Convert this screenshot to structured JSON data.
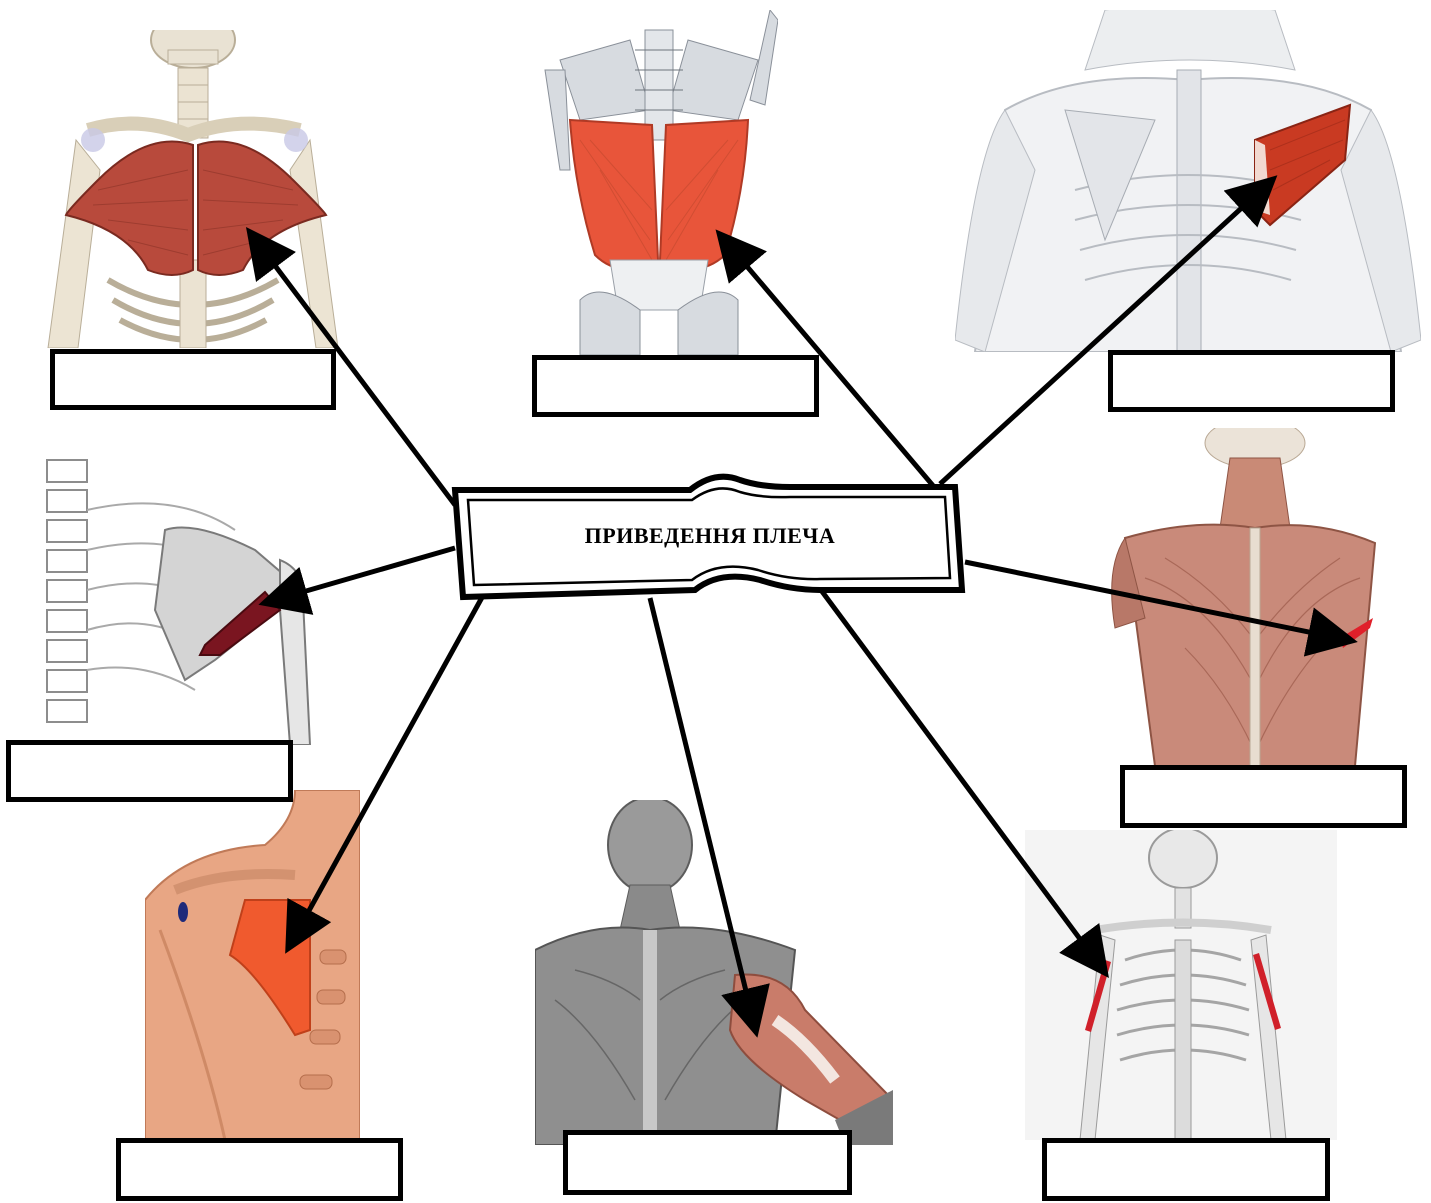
{
  "title": "ПРИВЕДЕННЯ ПЛЕЧА",
  "colors": {
    "muscle_red": "#c0392b",
    "muscle_orange": "#e8553a",
    "bone": "#eee6d6",
    "line": "#000000"
  },
  "figures": [
    {
      "name": "pectoralis-major-illustration",
      "icon": "chest-front-view"
    },
    {
      "name": "latissimus-dorsi-illustration",
      "icon": "back-view-lower"
    },
    {
      "name": "teres-major-illustration",
      "icon": "upper-back-view"
    },
    {
      "name": "subscapularis-illustration",
      "icon": "scapula-side-view"
    },
    {
      "name": "back-muscles-illustration",
      "icon": "back-muscles-view"
    },
    {
      "name": "pectoralis-minor-illustration",
      "icon": "shoulder-front-view"
    },
    {
      "name": "triceps-illustration",
      "icon": "back-arm-view"
    },
    {
      "name": "coracobrachialis-illustration",
      "icon": "skeleton-front-view"
    }
  ],
  "answer_boxes": [
    "",
    "",
    "",
    "",
    "",
    "",
    "",
    "",
    ""
  ]
}
